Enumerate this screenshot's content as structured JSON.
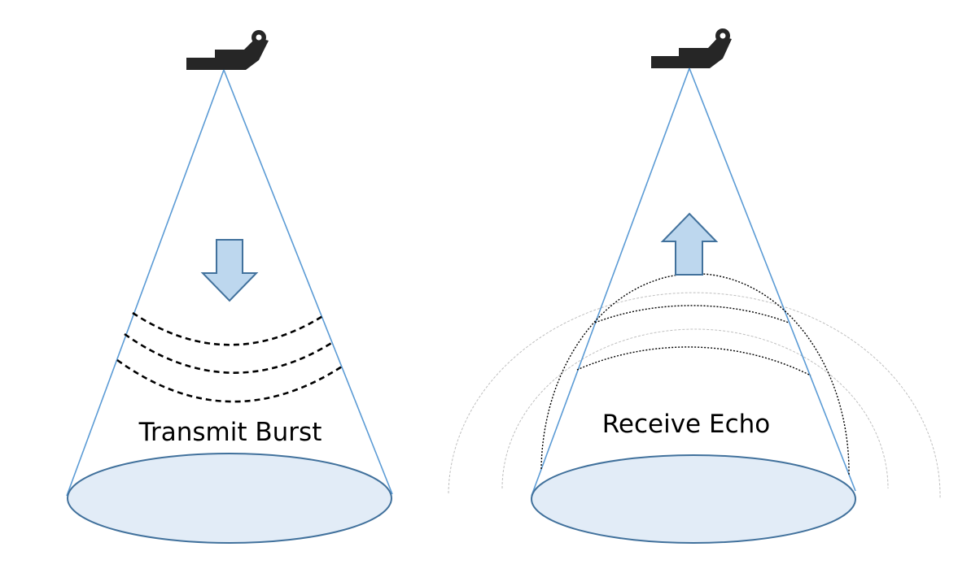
{
  "panels": {
    "transmit": {
      "label": "Transmit Burst",
      "arrow_direction": "down",
      "wave_style": "dashed"
    },
    "receive": {
      "label": "Receive Echo",
      "arrow_direction": "up",
      "wave_style": "dotted"
    }
  },
  "colors": {
    "cone_line": "#5B9BD5",
    "ellipse_fill": "#E2ECF7",
    "ellipse_stroke": "#41719C",
    "arrow_fill": "#BDD7EE",
    "arrow_stroke": "#41719C",
    "transducer": "#262626",
    "wave_dash": "#000000",
    "echo_outer": "#BFBFBF"
  },
  "icons": {
    "transducer": "transducer-icon",
    "arrow_down": "arrow-down-icon",
    "arrow_up": "arrow-up-icon"
  }
}
